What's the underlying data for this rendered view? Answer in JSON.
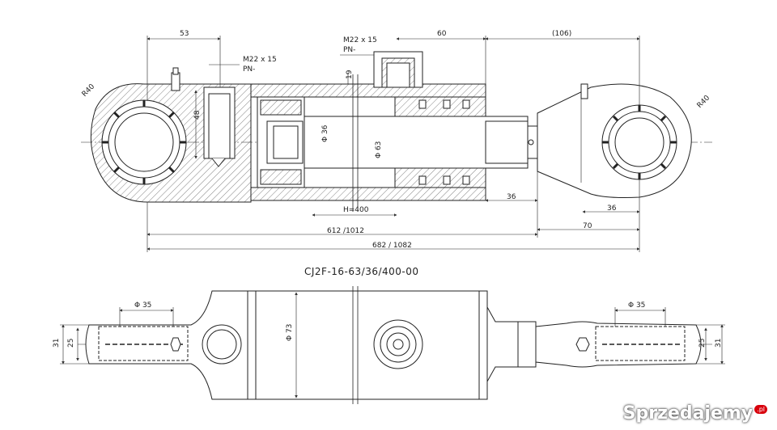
{
  "title": "CJ2F-16-63/36/400-00",
  "top_view": {
    "dims": {
      "d53": "53",
      "port_left": "M22 x 15",
      "port_left_pn": "PN-",
      "port_right": "M22 x 15",
      "port_right_pn": "PN-",
      "d60": "60",
      "d106": "(106)",
      "r40_left": "R40",
      "r40_right": "R40",
      "d48": "48",
      "d19": "19",
      "rod_dia": "Φ 36",
      "bore_dia": "Φ 63",
      "stroke": "H=400",
      "d36_a": "36",
      "d36_b": "36",
      "d70": "70",
      "len_612": "612 /1012",
      "len_682": "682  / 1082"
    }
  },
  "bottom_view": {
    "dims": {
      "pin_left": "Φ 35",
      "pin_right": "Φ 35",
      "tube_dia": "Φ 73",
      "w31_left": "31",
      "w25_left": "25",
      "w25_right": "25",
      "w31_right": "31"
    }
  },
  "watermark": {
    "text": "Sprzedajemy",
    "badge": ".pl"
  }
}
